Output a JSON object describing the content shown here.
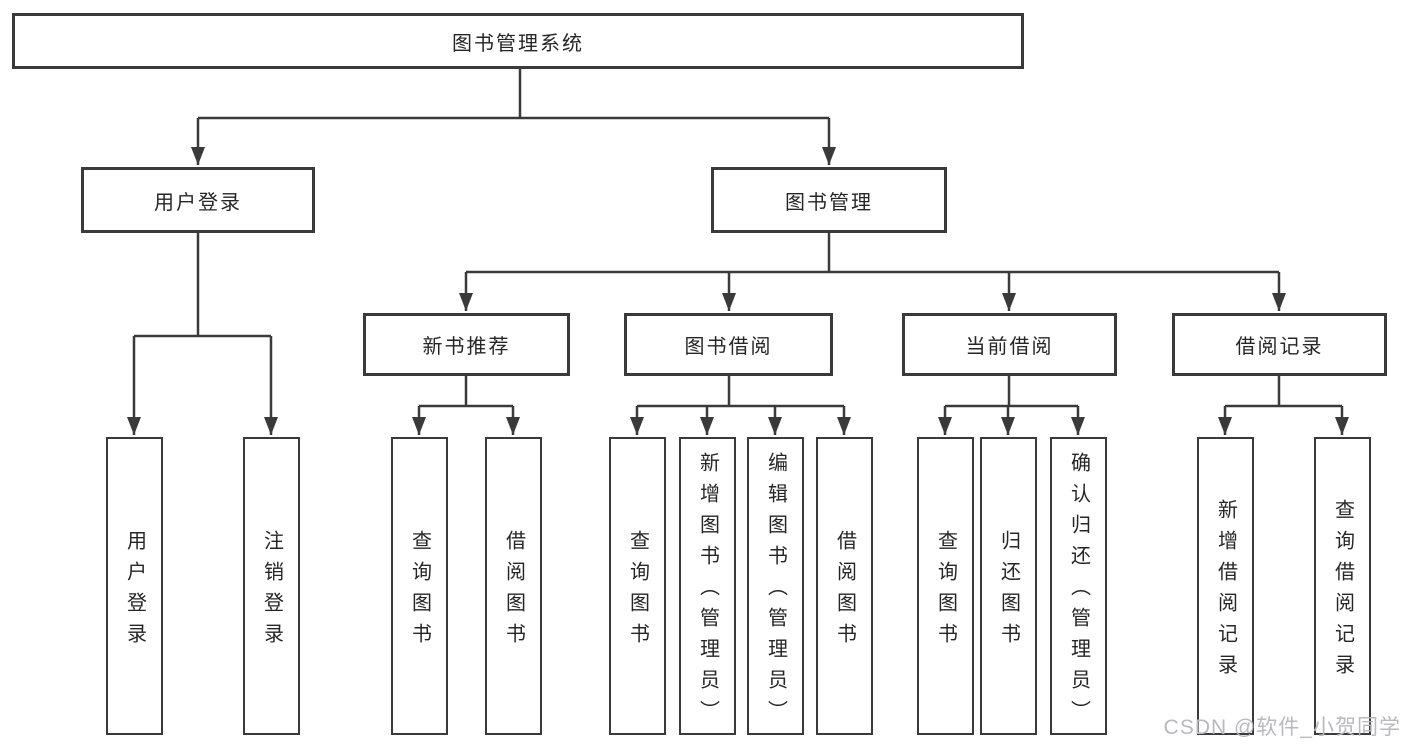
{
  "colors": {
    "line": "#3a3a3a",
    "text": "#262626",
    "box_bg": "#ffffff",
    "page_bg": "#ffffff",
    "watermark": "#b9b9be"
  },
  "diagram": {
    "title": "图书管理系统",
    "branches": [
      {
        "label": "用户登录",
        "children": [
          {
            "label": "用户登录"
          },
          {
            "label": "注销登录"
          }
        ]
      },
      {
        "label": "图书管理",
        "children": [
          {
            "label": "新书推荐",
            "children": [
              {
                "label": "查询图书"
              },
              {
                "label": "借阅图书"
              }
            ]
          },
          {
            "label": "图书借阅",
            "children": [
              {
                "label": "查询图书"
              },
              {
                "label": "新增图书（管理员）"
              },
              {
                "label": "编辑图书（管理员）"
              },
              {
                "label": "借阅图书"
              }
            ]
          },
          {
            "label": "当前借阅",
            "children": [
              {
                "label": "查询图书"
              },
              {
                "label": "归还图书"
              },
              {
                "label": "确认归还（管理员）"
              }
            ]
          },
          {
            "label": "借阅记录",
            "children": [
              {
                "label": "新增借阅记录"
              },
              {
                "label": "查询借阅记录"
              }
            ]
          }
        ]
      }
    ]
  },
  "watermark": {
    "text": "CSDN @软件_小贺同学"
  }
}
